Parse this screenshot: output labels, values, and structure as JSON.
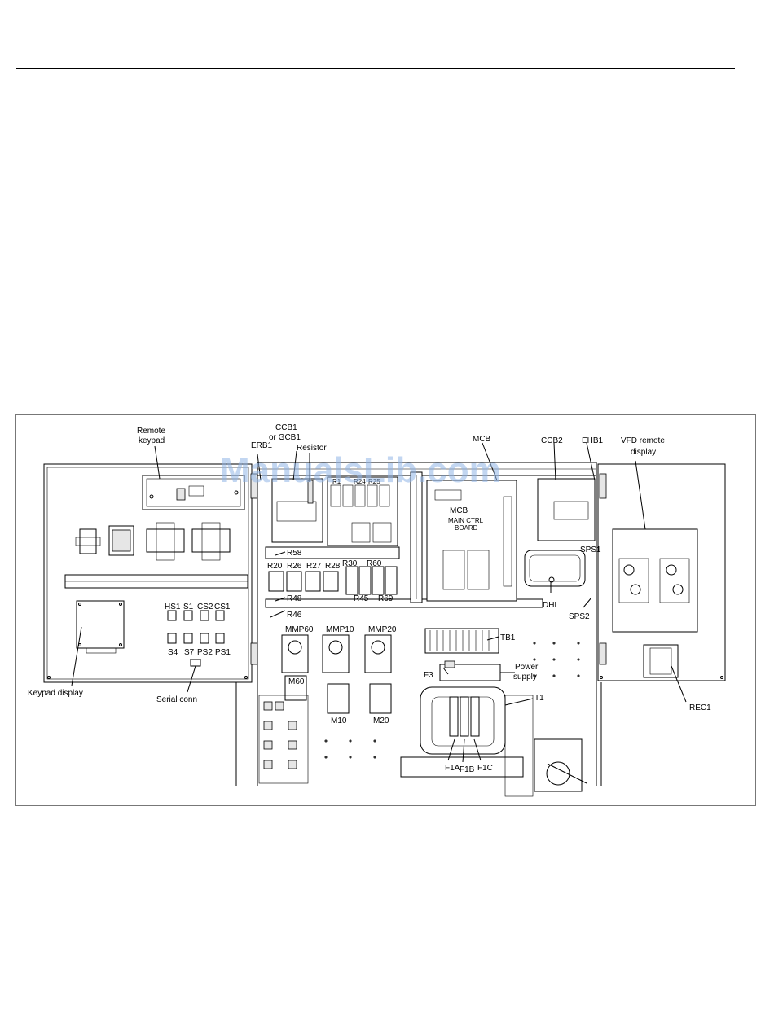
{
  "watermark": "ManualsLib.com",
  "labels": {
    "remote_keypad_1": "Remote",
    "remote_keypad_2": "keypad",
    "ccb1_1": "CCB1",
    "ccb1_2": "or GCB1",
    "erb1": "ERB1",
    "resistor": "Resistor",
    "mcb": "MCB",
    "ccb2": "CCB2",
    "ehb1": "EHB1",
    "vfd_1": "VFD remote",
    "vfd_2": "display",
    "r58": "R58",
    "r20": "R20",
    "r26": "R26",
    "r27": "R27",
    "r28": "R28",
    "r30": "R30",
    "r60": "R60",
    "r48": "R48",
    "r45": "R45",
    "r69": "R69",
    "r46": "R46",
    "hs1": "HS1",
    "s1": "S1",
    "cs2": "CS2",
    "cs1": "CS1",
    "s4": "S4",
    "s7": "S7",
    "ps2": "PS2",
    "ps1": "PS1",
    "keypad_display": "Keypad display",
    "serial_conn": "Serial conn",
    "mmp60": "MMP60",
    "mmp10": "MMP10",
    "mmp20": "MMP20",
    "m60": "M60",
    "m10": "M10",
    "m20": "M20",
    "tb1": "TB1",
    "f3": "F3",
    "power_supply_1": "Power",
    "power_supply_2": "supply",
    "t1": "T1",
    "f1a": "F1A",
    "f1b": "F1B",
    "f1c": "F1C",
    "dhl": "DHL",
    "sps1": "SPS1",
    "sps2": "SPS2",
    "rec1": "REC1",
    "r1": "R1",
    "r24": "R24",
    "r25": "R25",
    "mcb_board_1": "MCB",
    "mcb_board_2": "MAIN CTRL",
    "mcb_board_3": "BOARD"
  }
}
